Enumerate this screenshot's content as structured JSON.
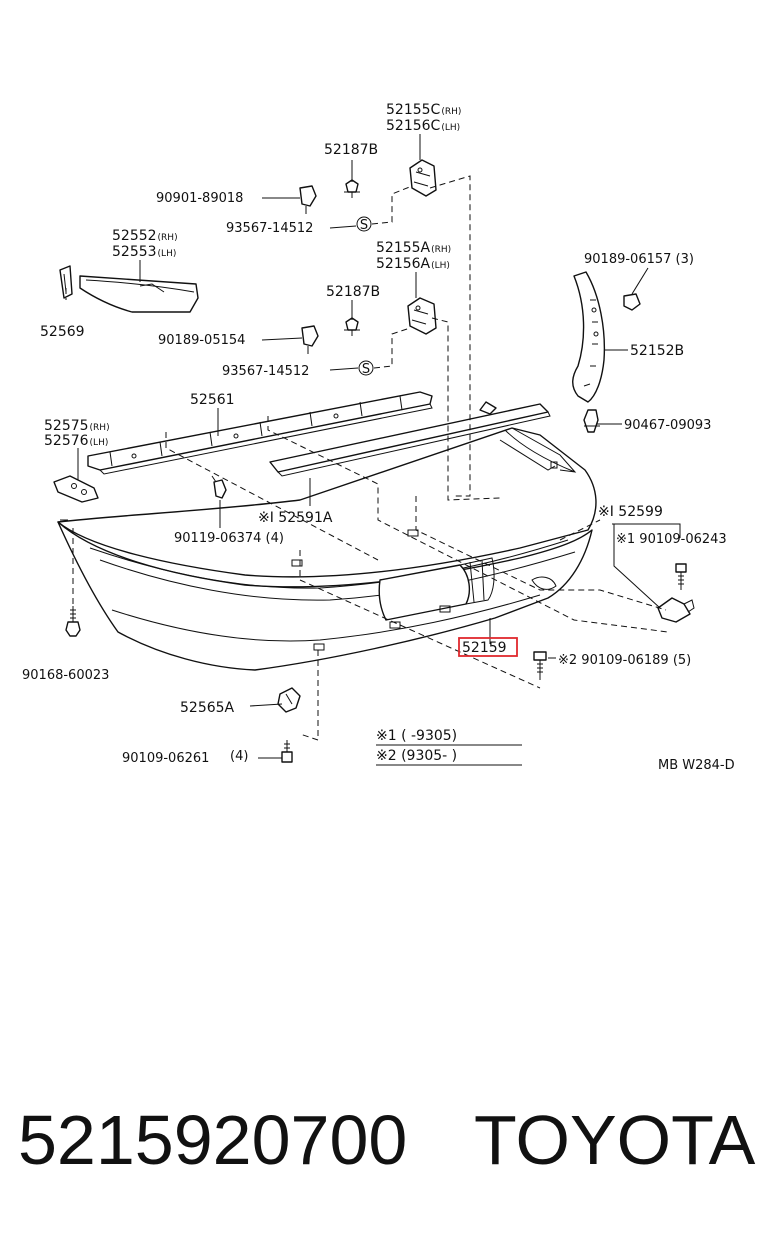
{
  "diagram": {
    "labels": {
      "p52155c": "52155C",
      "p52156c": "52156C",
      "p52187b_top": "52187B",
      "p90901_89018": "90901-89018",
      "p93567_14512_top": "93567-14512",
      "p52552": "52552",
      "p52553": "52553",
      "p52569": "52569",
      "p52155a": "52155A",
      "p52156a": "52156A",
      "p52187b_mid": "52187B",
      "p90189_05154": "90189-05154",
      "p93567_14512_mid": "93567-14512",
      "p90189_06157": "90189-06157 (3)",
      "p52152b": "52152B",
      "p90467_09093": "90467-09093",
      "p52575": "52575",
      "p52576": "52576",
      "p52561": "52561",
      "p90119_06374": "90119-06374 (4)",
      "p52591a": "※I 52591A",
      "p52599": "※I 52599",
      "p90109_06243": "※1 90109-06243",
      "p90168_60023": "90168-60023",
      "p52159": "52159",
      "p90109_06189": "※2 90109-06189 (5)",
      "p52565a": "52565A",
      "p90109_06261": "90109-06261",
      "p90109_06261_qty": "(4)",
      "note1": "※1 (      -9305)",
      "note2": "※2 (9305-        )",
      "code": "MB W284-D"
    },
    "side": {
      "rh": "(RH)",
      "lh": "(LH)"
    },
    "bolt_symbol": "S"
  },
  "footer": {
    "part_number": "5215920700",
    "brand": "TOYOTA"
  },
  "colors": {
    "highlight": "#e0282e",
    "ink": "#111111"
  }
}
